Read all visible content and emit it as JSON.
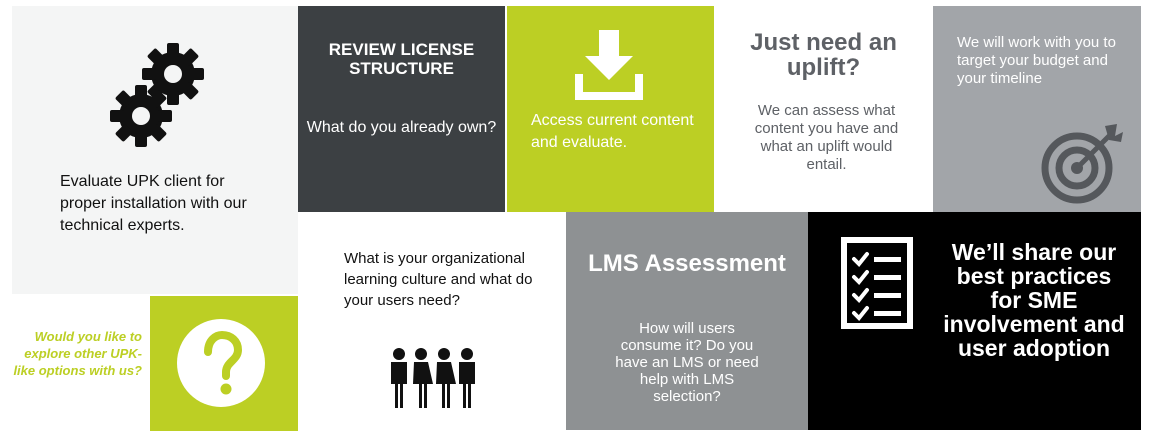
{
  "tiles": {
    "gears": {
      "icon": "gears-icon",
      "text": "Evaluate UPK client for proper installation with our technical experts."
    },
    "license": {
      "title": "REVIEW LICENSE STRUCTURE",
      "text": "What do you already own?"
    },
    "access": {
      "icon": "download-icon",
      "text": "Access current content and evaluate."
    },
    "uplift": {
      "title": "Just need an uplift?",
      "text": "We can assess what content you have and what an uplift would entail."
    },
    "budget": {
      "text": "We will work with you to target your budget and your timeline",
      "icon": "target-icon"
    },
    "culture": {
      "text": "What is your organizational learning culture and what do your users need?",
      "icon": "people-icon"
    },
    "lms": {
      "title": "LMS Assessment",
      "text": "How will users consume it? Do you have an LMS or need help with LMS selection?"
    },
    "practices": {
      "icon": "checklist-icon",
      "title": "We’ll share our best practices for SME involvement and user adoption"
    },
    "question": {
      "text": "Would you like to explore other UPK-like options with us?",
      "icon": "question-icon"
    }
  },
  "colors": {
    "lime": "#bccf24",
    "charcoal": "#3c4043",
    "light_gray": "#f4f5f5",
    "mid_gray": "#a2a5a9",
    "lms_gray": "#8e9193",
    "black": "#000000"
  }
}
